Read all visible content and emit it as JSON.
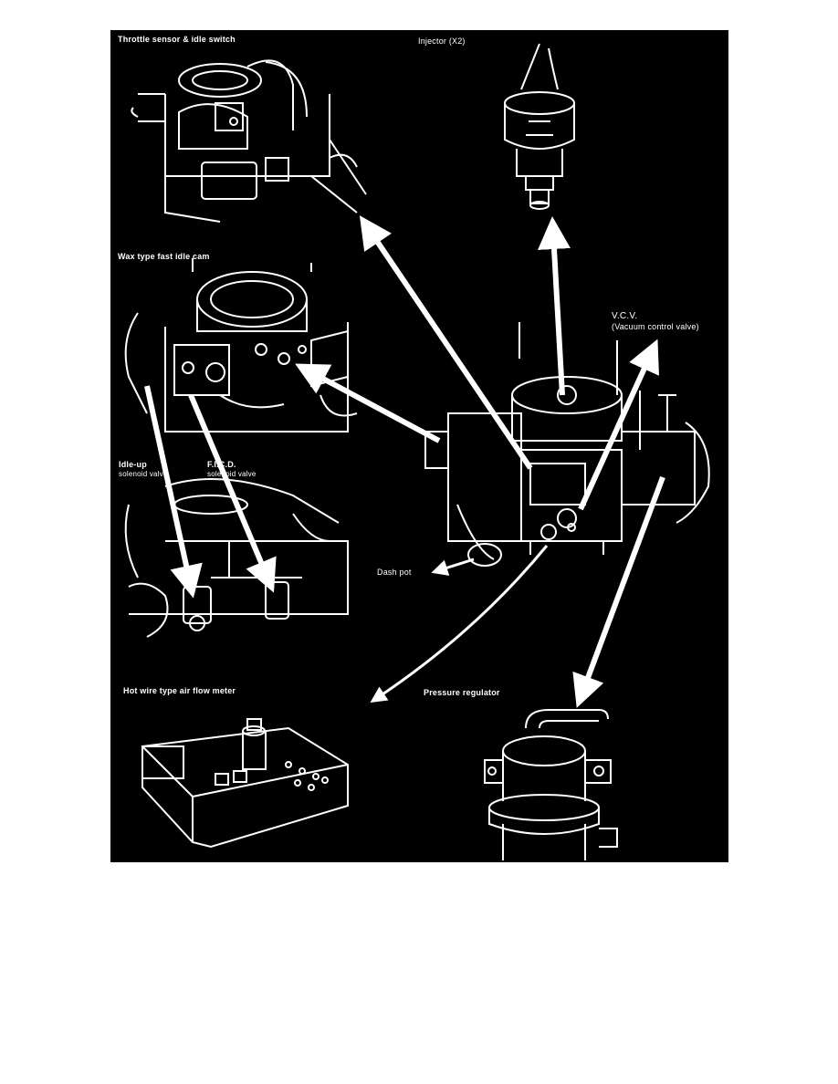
{
  "figure": {
    "background": "#000000",
    "ink": "#ffffff",
    "labels": {
      "throttle": "Throttle sensor & idle switch",
      "injector": "Injector (X2)",
      "wax_cam": "Wax type fast idle cam",
      "vcv_title": "V.C.V.",
      "vcv_sub": "(Vacuum control valve)",
      "idleup_title": "Idle-up",
      "idleup_sub": "solenoid valve",
      "ficd_title": "F.I.C.D.",
      "ficd_sub": "solenoid valve",
      "dashpot": "Dash pot",
      "airflow": "Hot wire type air flow meter",
      "regulator": "Pressure regulator"
    }
  }
}
